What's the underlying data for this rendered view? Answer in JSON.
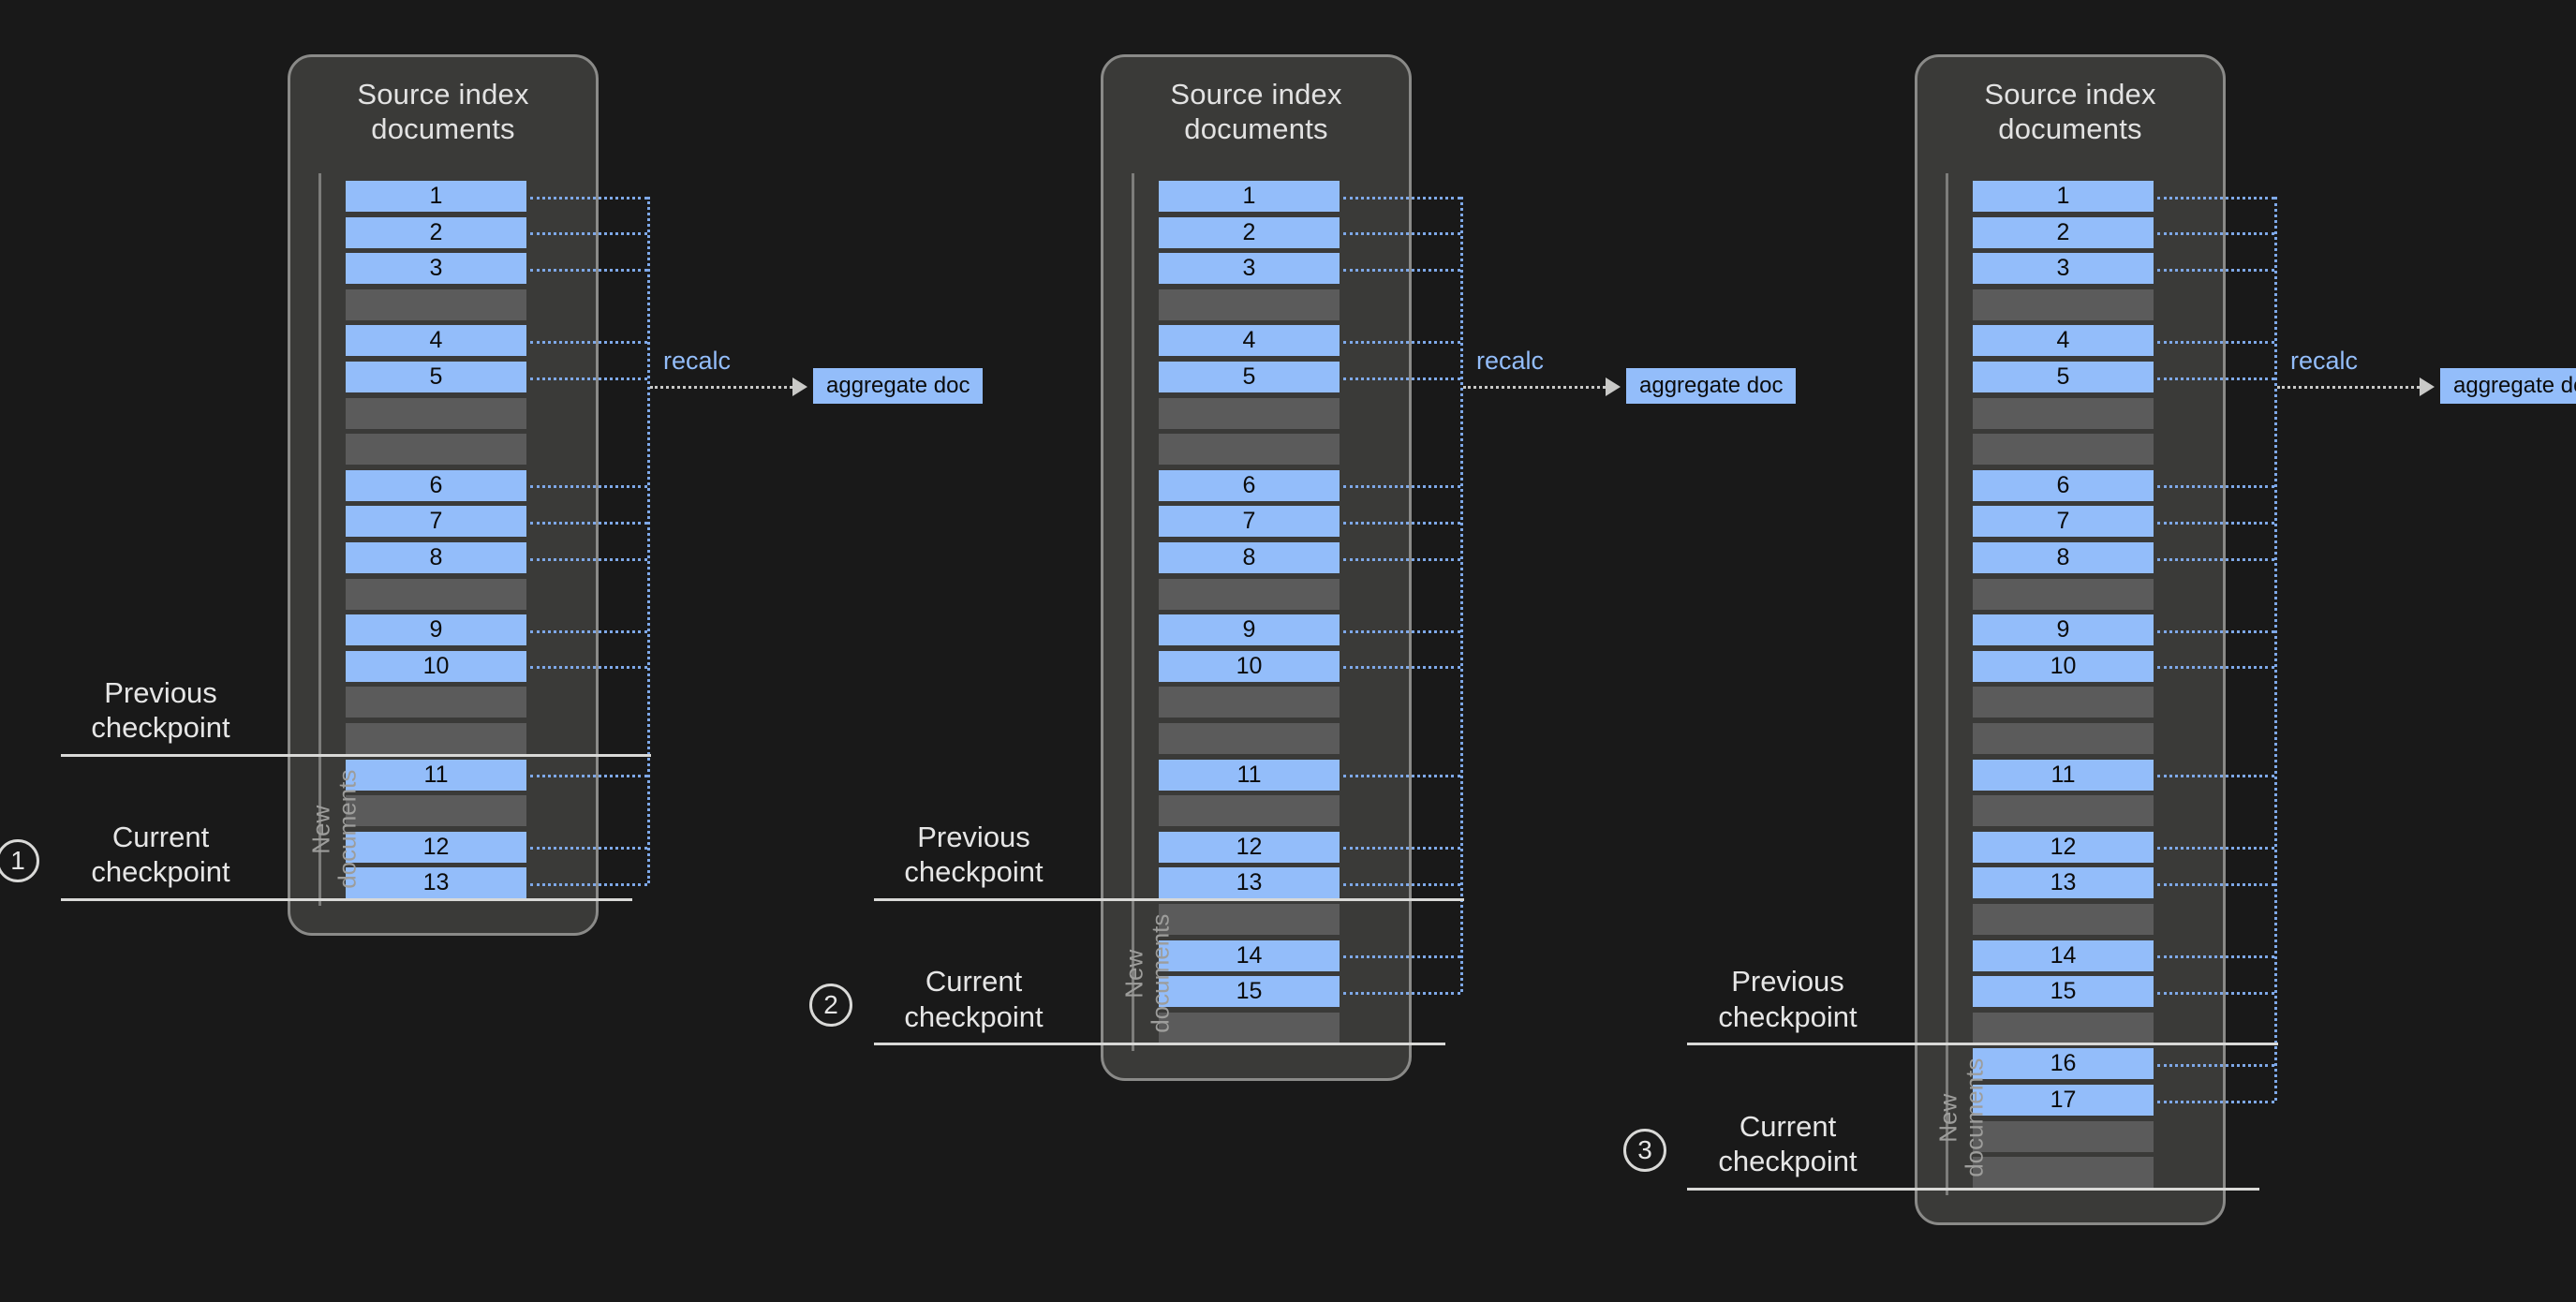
{
  "diagram": {
    "title_text": "Source index\ndocuments",
    "new_documents_label": "New\ndocuments",
    "recalc_label": "recalc",
    "aggregate_doc_label": "aggregate doc",
    "previous_checkpoint_label": "Previous\ncheckpoint",
    "current_checkpoint_label": "Current\ncheckpoint",
    "colors": {
      "background": "#191919",
      "panel_fill": "#3a3a38",
      "panel_border": "#8a8a88",
      "document_row": "#93bdfa",
      "blank_row": "#5b5b5b",
      "connector": "#7ea8e8",
      "annotation": "#d9d9d7"
    }
  },
  "panels": [
    {
      "step_number": "1",
      "title": "Source index\ndocuments",
      "rows": [
        {
          "label": "1",
          "type": "doc"
        },
        {
          "label": "2",
          "type": "doc"
        },
        {
          "label": "3",
          "type": "doc"
        },
        {
          "label": "",
          "type": "blank"
        },
        {
          "label": "4",
          "type": "doc"
        },
        {
          "label": "5",
          "type": "doc"
        },
        {
          "label": "",
          "type": "blank"
        },
        {
          "label": "",
          "type": "blank"
        },
        {
          "label": "6",
          "type": "doc"
        },
        {
          "label": "7",
          "type": "doc"
        },
        {
          "label": "8",
          "type": "doc"
        },
        {
          "label": "",
          "type": "blank"
        },
        {
          "label": "9",
          "type": "doc"
        },
        {
          "label": "10",
          "type": "doc"
        },
        {
          "label": "",
          "type": "blank"
        },
        {
          "label": "",
          "type": "blank"
        },
        {
          "label": "11",
          "type": "doc"
        },
        {
          "label": "",
          "type": "blank"
        },
        {
          "label": "12",
          "type": "doc"
        },
        {
          "label": "13",
          "type": "doc"
        }
      ],
      "previous_checkpoint_after_row": 16,
      "current_checkpoint_after_row": 20,
      "new_documents_from_row": 17,
      "recalc_label": "recalc",
      "aggregate_doc_label": "aggregate doc"
    },
    {
      "step_number": "2",
      "title": "Source index\ndocuments",
      "rows": [
        {
          "label": "1",
          "type": "doc"
        },
        {
          "label": "2",
          "type": "doc"
        },
        {
          "label": "3",
          "type": "doc"
        },
        {
          "label": "",
          "type": "blank"
        },
        {
          "label": "4",
          "type": "doc"
        },
        {
          "label": "5",
          "type": "doc"
        },
        {
          "label": "",
          "type": "blank"
        },
        {
          "label": "",
          "type": "blank"
        },
        {
          "label": "6",
          "type": "doc"
        },
        {
          "label": "7",
          "type": "doc"
        },
        {
          "label": "8",
          "type": "doc"
        },
        {
          "label": "",
          "type": "blank"
        },
        {
          "label": "9",
          "type": "doc"
        },
        {
          "label": "10",
          "type": "doc"
        },
        {
          "label": "",
          "type": "blank"
        },
        {
          "label": "",
          "type": "blank"
        },
        {
          "label": "11",
          "type": "doc"
        },
        {
          "label": "",
          "type": "blank"
        },
        {
          "label": "12",
          "type": "doc"
        },
        {
          "label": "13",
          "type": "doc"
        },
        {
          "label": "",
          "type": "blank"
        },
        {
          "label": "14",
          "type": "doc"
        },
        {
          "label": "15",
          "type": "doc"
        },
        {
          "label": "",
          "type": "blank"
        }
      ],
      "previous_checkpoint_after_row": 20,
      "current_checkpoint_after_row": 24,
      "new_documents_from_row": 21,
      "recalc_label": "recalc",
      "aggregate_doc_label": "aggregate doc"
    },
    {
      "step_number": "3",
      "title": "Source index\ndocuments",
      "rows": [
        {
          "label": "1",
          "type": "doc"
        },
        {
          "label": "2",
          "type": "doc"
        },
        {
          "label": "3",
          "type": "doc"
        },
        {
          "label": "",
          "type": "blank"
        },
        {
          "label": "4",
          "type": "doc"
        },
        {
          "label": "5",
          "type": "doc"
        },
        {
          "label": "",
          "type": "blank"
        },
        {
          "label": "",
          "type": "blank"
        },
        {
          "label": "6",
          "type": "doc"
        },
        {
          "label": "7",
          "type": "doc"
        },
        {
          "label": "8",
          "type": "doc"
        },
        {
          "label": "",
          "type": "blank"
        },
        {
          "label": "9",
          "type": "doc"
        },
        {
          "label": "10",
          "type": "doc"
        },
        {
          "label": "",
          "type": "blank"
        },
        {
          "label": "",
          "type": "blank"
        },
        {
          "label": "11",
          "type": "doc"
        },
        {
          "label": "",
          "type": "blank"
        },
        {
          "label": "12",
          "type": "doc"
        },
        {
          "label": "13",
          "type": "doc"
        },
        {
          "label": "",
          "type": "blank"
        },
        {
          "label": "14",
          "type": "doc"
        },
        {
          "label": "15",
          "type": "doc"
        },
        {
          "label": "",
          "type": "blank"
        },
        {
          "label": "16",
          "type": "doc"
        },
        {
          "label": "17",
          "type": "doc"
        },
        {
          "label": "",
          "type": "blank"
        },
        {
          "label": "",
          "type": "blank"
        }
      ],
      "previous_checkpoint_after_row": 24,
      "current_checkpoint_after_row": 28,
      "new_documents_from_row": 25,
      "recalc_label": "recalc",
      "aggregate_doc_label": "aggregate doc"
    }
  ]
}
